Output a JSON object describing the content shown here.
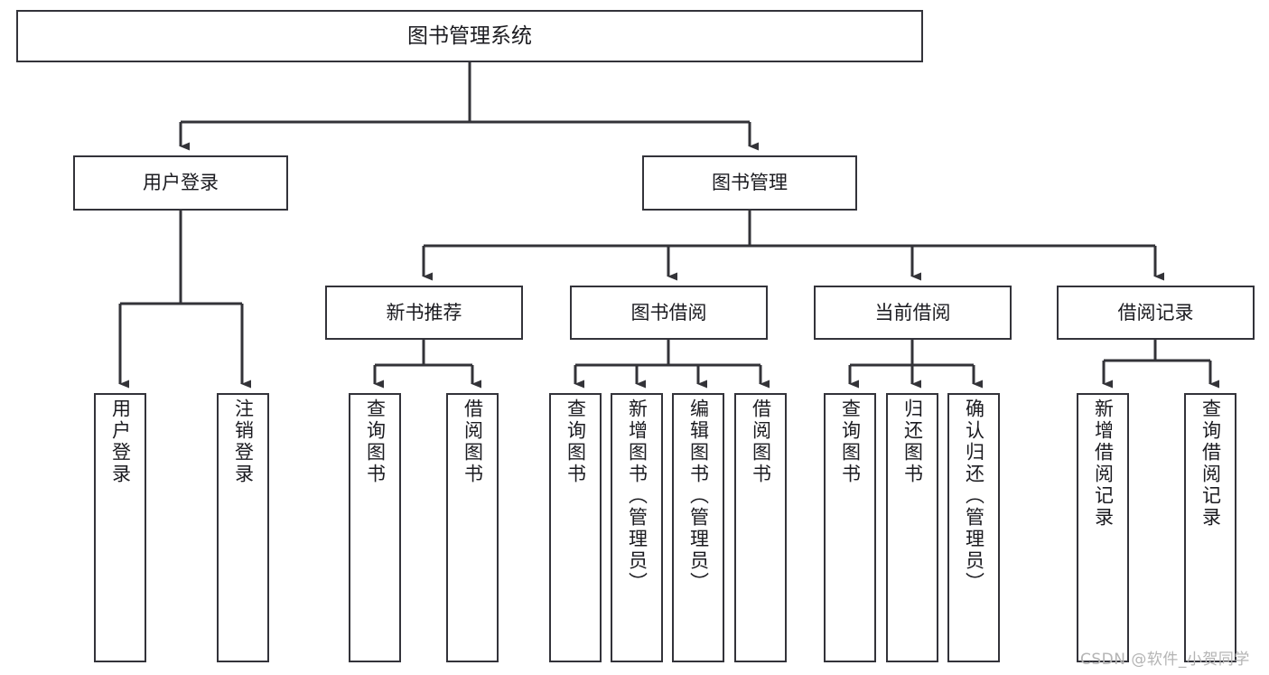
{
  "diagram": {
    "title": "图书管理系统",
    "watermark": "CSDN @软件_小贺同学",
    "colors": {
      "background": "#ffffff",
      "node_border": "#33333a",
      "node_fill": "#ffffff",
      "connector": "#333338",
      "text": "#1b1b20",
      "watermark": "#b4b4b4"
    },
    "root": {
      "label": "图书管理系统"
    },
    "level_one": [
      {
        "label": "用户登录"
      },
      {
        "label": "图书管理"
      }
    ],
    "level_two": [
      {
        "label": "新书推荐"
      },
      {
        "label": "图书借阅"
      },
      {
        "label": "当前借阅"
      },
      {
        "label": "借阅记录"
      }
    ],
    "leaves": {
      "user_login": [
        {
          "label": "用户登录"
        },
        {
          "label": "注销登录"
        }
      ],
      "new_book_recommend": [
        {
          "label": "查询图书"
        },
        {
          "label": "借阅图书"
        }
      ],
      "book_borrow": [
        {
          "label": "查询图书"
        },
        {
          "label": "新增图书（管理员）"
        },
        {
          "label": "编辑图书（管理员）"
        },
        {
          "label": "借阅图书"
        }
      ],
      "current_borrow": [
        {
          "label": "查询图书"
        },
        {
          "label": "归还图书"
        },
        {
          "label": "确认归还（管理员）"
        }
      ],
      "borrow_record": [
        {
          "label": "新增借阅记录"
        },
        {
          "label": "查询借阅记录"
        }
      ]
    }
  }
}
